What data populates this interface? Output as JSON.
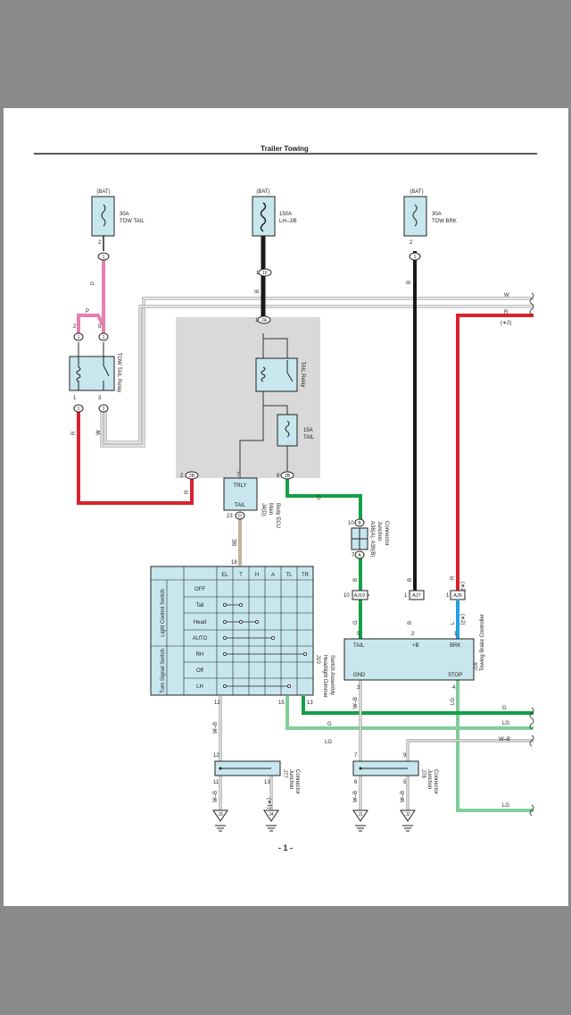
{
  "page_title": "Trailer Towing",
  "page_number": "- 1 -",
  "colors": {
    "pink": "#e67fb0",
    "red": "#d8222e",
    "black": "#1a1a1a",
    "green": "#12a046",
    "light_green": "#7fcf98",
    "blue": "#1fa3e0",
    "beige": "#c2b39b",
    "component_fill": "#c8e6ee",
    "ecu_fill": "#d9d9d9"
  },
  "fuses": {
    "tow_tail": {
      "source": "(BAT)",
      "rating": "30A",
      "name": "TOW TAIL",
      "pin": "2",
      "conn": "1"
    },
    "lh_jb": {
      "source": "(BAT)",
      "rating": "150A",
      "name": "LH–J/B",
      "pin": "1",
      "conn": "1F",
      "conn_pin": "1"
    },
    "tow_brk": {
      "source": "(BAT)",
      "rating": "30A",
      "name": "TOW BRK",
      "pin": "2",
      "conn": "1"
    },
    "tail": {
      "rating": "15A",
      "name": "TAIL"
    }
  },
  "relays": {
    "tow_tail_relay": {
      "name": "TOW TAIL Relay",
      "pin_tl": "2",
      "pin_tr": "5",
      "pin_bl": "1",
      "pin_br": "3",
      "c1": "1",
      "c2": "1",
      "c3": "1",
      "c4": "1"
    },
    "tail_relay": {
      "name": "TAIL Relay"
    }
  },
  "wires": {
    "P": "P",
    "P2": "P",
    "B": "B",
    "B2": "B",
    "W": "W",
    "W2": "W",
    "R": "R",
    "R2": "R",
    "R3": "R",
    "Rnote": "(∗2)",
    "Rnote2": "(∗2)",
    "G": "G",
    "G2": "G",
    "G3": "G",
    "BE": "BE",
    "L": "L",
    "Lnote": "(∗2)",
    "LG": "LG",
    "LG2": "LG",
    "LG3": "LG",
    "LG4": "LG",
    "WB": "W–B",
    "WB2": "W–B",
    "WB3": "W–B",
    "WB4": "W–B",
    "WB5": "W–B",
    "WB6": "W–B",
    "B3": "B",
    "B4": "B",
    "B5": "B",
    "R4": "R"
  },
  "ecu": {
    "id": "J4(D)",
    "line1": "Main",
    "line2": "Body ECU",
    "trly": "TRLY",
    "tail": "TAIL",
    "pin_in": "1",
    "conn_in": "2A",
    "pin_7": "7",
    "pin_2": "2",
    "conn_2": "2B",
    "pin_8": "8",
    "conn_8": "2B",
    "pin_23": "23",
    "conn_23": "D"
  },
  "junction_connector_j": {
    "id": "A38(A), A39(B)",
    "line1": "Junction",
    "line2": "Connector",
    "pin_top": "10",
    "conn_top": "B",
    "pin_bot": "7",
    "conn_bot": "A"
  },
  "aj_connectors": [
    {
      "pin": "10",
      "name": "AJ10"
    },
    {
      "pin": "1",
      "name": "AJ7"
    },
    {
      "pin": "1",
      "name": "AJ6"
    }
  ],
  "brake_controller": {
    "id": "J16",
    "line1": "Towing Brake Controller",
    "tail": "TAIL",
    "b": "+B",
    "brk": "BRK",
    "gnd": "GND",
    "stop": "STOP",
    "pin_tail": "5",
    "pin_b": "2",
    "pin_brk": "1",
    "pin_gnd": "3",
    "pin_stop": "4"
  },
  "switch_assembly": {
    "id": "J10",
    "line1": "Headlight Dimmer",
    "line2": "Switch Assembly",
    "pin_top": "18",
    "columns": [
      "EL",
      "T",
      "H",
      "A",
      "TL",
      "TR"
    ],
    "light_group": "Light Control Switch",
    "turn_group": "Turn Signal Switch",
    "light_rows": [
      "OFF",
      "Tail",
      "Head",
      "AUTO"
    ],
    "turn_rows": [
      "RH",
      "Off",
      "LH"
    ],
    "pin_12": "12",
    "pin_15": "15",
    "pin_13": "13"
  },
  "junction_j77": {
    "id": "J77",
    "line1": "Junction",
    "line2": "Connector",
    "pin_tl": "12",
    "pin_bl": "11",
    "pin_br": "13",
    "note": "(∗1)"
  },
  "junction_j78": {
    "id": "J78",
    "line1": "Junction",
    "line2": "Connector",
    "pin_tl": "7",
    "pin_tr": "9",
    "pin_bl": "6",
    "pin_br": "5"
  },
  "grounds": [
    "J3",
    "J4",
    "J1",
    "J2"
  ]
}
